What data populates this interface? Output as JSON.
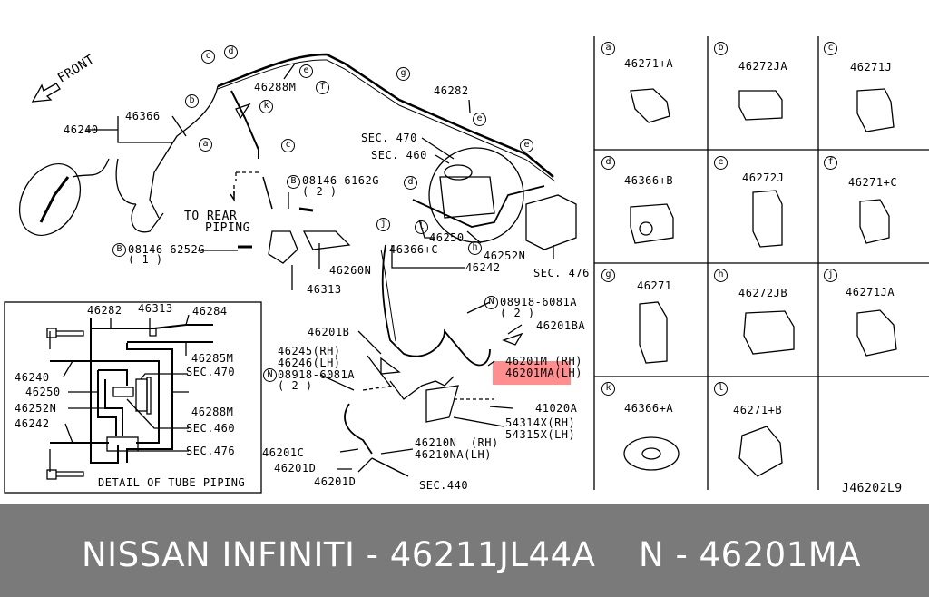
{
  "diagram": {
    "front_label": "FRONT",
    "to_rear_piping": [
      "TO REAR",
      "PIPING"
    ],
    "callouts": {
      "p46288M": "46288M",
      "p46282": "46282",
      "p46366": "46366",
      "p46240": "46240",
      "sec470": "SEC. 470",
      "sec460": "SEC. 460",
      "bolt_b1": "08146-6162G",
      "bolt_b1_qty": "( 2 )",
      "bolt_b2": "08146-6252G",
      "bolt_b2_qty": "( 1 )",
      "p46250": "46250",
      "p46252N": "46252N",
      "p46366C": "46366+C",
      "p46242": "46242",
      "sec476": "SEC. 476",
      "p46260N": "46260N",
      "p46313": "46313",
      "nut_n1": "08918-6081A",
      "nut_n1_qty": "( 2 )",
      "p46201BA": "46201BA",
      "p46201B": "46201B",
      "p46245": "46245(RH)",
      "p46246": "46246(LH)",
      "nut_n2": "08918-6081A",
      "nut_n2_qty": "( 2 )",
      "p46201M": "46201M (RH)",
      "p46201MA": "46201MA(LH)",
      "p41020A": "41020A",
      "p54314X": "54314X(RH)",
      "p54315X": "54315X(LH)",
      "p46210N": "46210N  (RH)",
      "p46210NA": "46210NA(LH)",
      "p46201C": "46201C",
      "p46201D_1": "46201D",
      "p46201D_2": "46201D",
      "sec440": "SEC.440"
    },
    "letters": [
      "a",
      "b",
      "c",
      "c",
      "d",
      "e",
      "e",
      "e",
      "f",
      "g",
      "h",
      "j",
      "k",
      "l",
      "d"
    ],
    "bolt_marks": [
      "B",
      "B",
      "N",
      "N"
    ],
    "detail": {
      "title": "DETAIL OF TUBE PIPING",
      "labels": {
        "p46282": "46282",
        "p46313": "46313",
        "p46284": "46284",
        "p46285M": "46285M",
        "p46240": "46240",
        "sec470": "SEC.470",
        "p46250": "46250",
        "p46252N": "46252N",
        "p46288M": "46288M",
        "p46242": "46242",
        "sec460": "SEC.460",
        "sec476": "SEC.476"
      }
    },
    "parts_grid": [
      {
        "letter": "a",
        "part": "46271+A"
      },
      {
        "letter": "b",
        "part": "46272JA"
      },
      {
        "letter": "c",
        "part": "46271J"
      },
      {
        "letter": "d",
        "part": "46366+B"
      },
      {
        "letter": "e",
        "part": "46272J"
      },
      {
        "letter": "f",
        "part": "46271+C"
      },
      {
        "letter": "g",
        "part": "46271"
      },
      {
        "letter": "h",
        "part": "46272JB"
      },
      {
        "letter": "j",
        "part": "46271JA"
      },
      {
        "letter": "k",
        "part": "46366+A"
      },
      {
        "letter": "l",
        "part": "46271+B"
      }
    ],
    "diagram_code": "J46202L9"
  },
  "footer": {
    "left": "NISSAN  INFINITI - 46211JL44A",
    "right": "N - 46201MA"
  },
  "colors": {
    "footer_bg": "#7a7a7a",
    "highlight": "#ff7b7b"
  }
}
